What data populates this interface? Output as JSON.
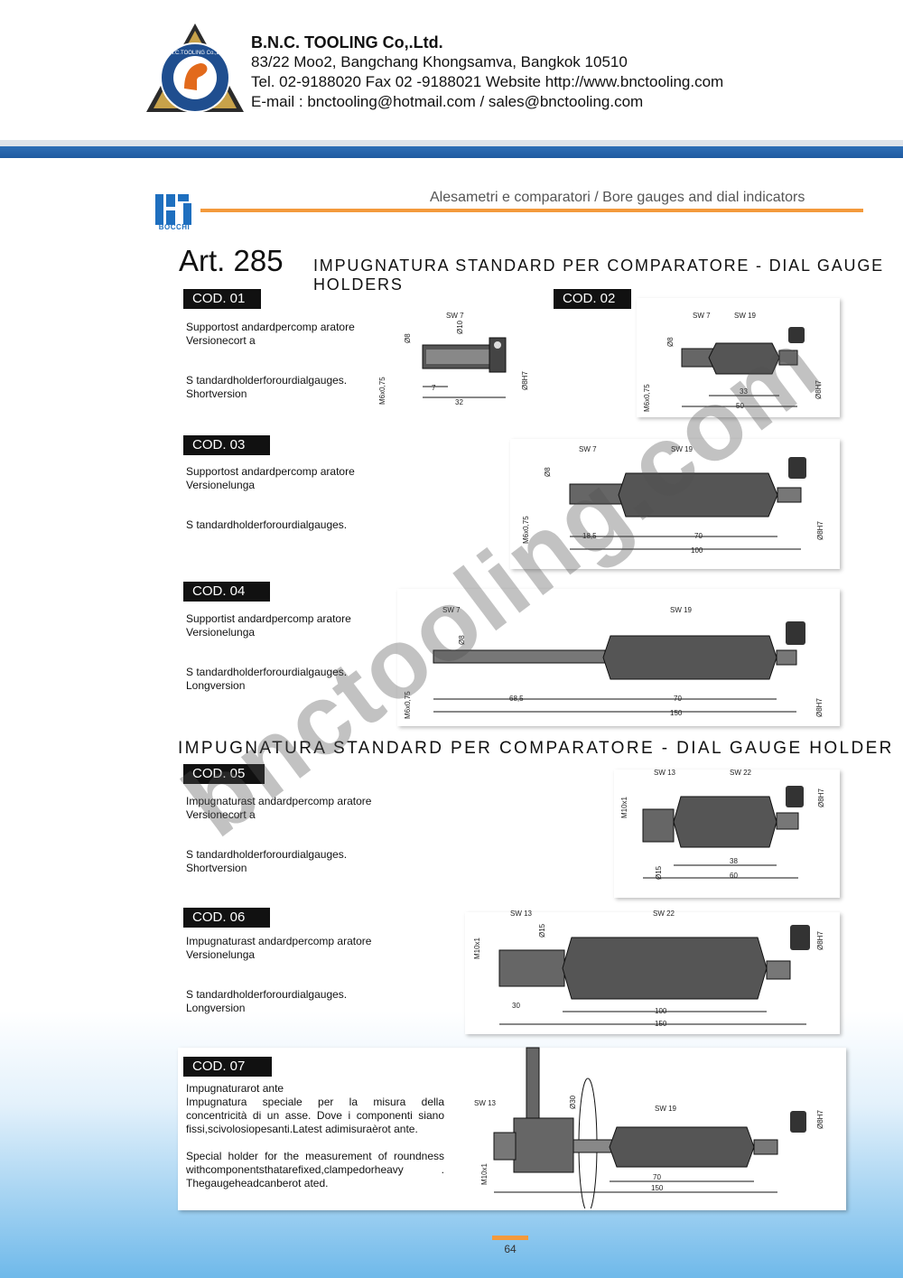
{
  "company": {
    "logo_text": "B.N.C.TOOLING Co.,Ltd.",
    "name": "B.N.C. TOOLING Co,.Ltd.",
    "address": "83/22 Moo2, Bangchang Khongsamva, Bangkok 10510",
    "contact": "Tel. 02-9188020 Fax 02 -9188021 Website http://www.bnctooling.com",
    "email": "E-mail : bnctooling@hotmail.com / sales@bnctooling.com"
  },
  "brand": {
    "label": "BOCCHI"
  },
  "section_title": "Alesametri e comparatori / Bore gauges and dial indicators",
  "article": {
    "number": "Art. 285",
    "title": "IMPUGNATURA STANDARD PER COMPARATORE - DIAL GAUGE HOLDERS"
  },
  "subheading": "IMPUGNATURA STANDARD PER COMPARATORE - DIAL GAUGE HOLDER",
  "items": [
    {
      "code": "COD. 01",
      "it1": "Supportost andardpercomp aratore",
      "it2": "Versionecort a",
      "en1": "S tandardholderforourdialgauges.",
      "en2": "Shortversion",
      "dims": {
        "sw": "SW 7",
        "d10": "Ø10",
        "d8": "Ø8",
        "thread": "M6x0,75",
        "bore": "Ø8H7",
        "l1": "7",
        "l2": "32"
      }
    },
    {
      "code": "COD. 02",
      "dims": {
        "sw1": "SW 7",
        "sw2": "SW 19",
        "d8": "Ø8",
        "thread": "M6x0,75",
        "bore": "Ø8H7",
        "l1": "33",
        "l2": "50"
      }
    },
    {
      "code": "COD. 03",
      "it1": "Supportost andardpercomp aratore",
      "it2": "Versionelunga",
      "en1": "S tandardholderforourdialgauges.",
      "dims": {
        "sw1": "SW 7",
        "sw2": "SW 19",
        "d8": "Ø8",
        "thread": "M6x0,75",
        "bore": "Ø8H7",
        "l1": "18,5",
        "l2": "70",
        "l3": "100"
      }
    },
    {
      "code": "COD. 04",
      "it1": "Supportist andardpercomp aratore",
      "it2": "Versionelunga",
      "en1": "S tandardholderforourdialgauges.",
      "en2": "Longversion",
      "dims": {
        "sw1": "SW 7",
        "sw2": "SW 19",
        "d8": "Ø8",
        "thread": "M6x0,75",
        "bore": "Ø8H7",
        "l1": "68,5",
        "l2": "70",
        "l3": "150"
      }
    },
    {
      "code": "COD. 05",
      "it1": "Impugnaturast andardpercomp aratore",
      "it2": "Versionecort a",
      "en1": "S tandardholderforourdialgauges.",
      "en2": "Shortversion",
      "dims": {
        "sw1": "SW 13",
        "sw2": "SW 22",
        "thread": "M10x1",
        "d15": "Ø15",
        "bore": "Ø8H7",
        "l1": "38",
        "l2": "60"
      }
    },
    {
      "code": "COD. 06",
      "it1": "Impugnaturast andardpercomp aratore",
      "it2": "Versionelunga",
      "en1": "S tandardholderforourdialgauges.",
      "en2": "Longversion",
      "dims": {
        "sw1": "SW 13",
        "sw2": "SW 22",
        "thread": "M10x1",
        "d15": "Ø15",
        "bore": "Ø8H7",
        "l1": "30",
        "l2": "100",
        "l3": "150"
      }
    },
    {
      "code": "COD. 07",
      "it0": "Impugnaturarot ante",
      "it1": "Impugnatura speciale per la misura della concentricità di un asse. Dove i componenti siano fissi,scivolosiopesanti.Latest adimisuraèrot ante.",
      "en1": "Special holder for the measurement of roundness withcomponentsthatarefixed,clampedorheavy . Thegaugeheadcanberot ated.",
      "dims": {
        "sw1": "SW 13",
        "sw2": "SW 19",
        "d30": "Ø30",
        "thread": "M10x1",
        "bore": "Ø8H7",
        "l1": "70",
        "l2": "150"
      }
    }
  ],
  "watermark": "bnctooling.com",
  "page_number": "64",
  "colors": {
    "accent": "#f39a3c",
    "brand_blue": "#1e6fbf",
    "bar_blue": "#1f5aa0"
  }
}
